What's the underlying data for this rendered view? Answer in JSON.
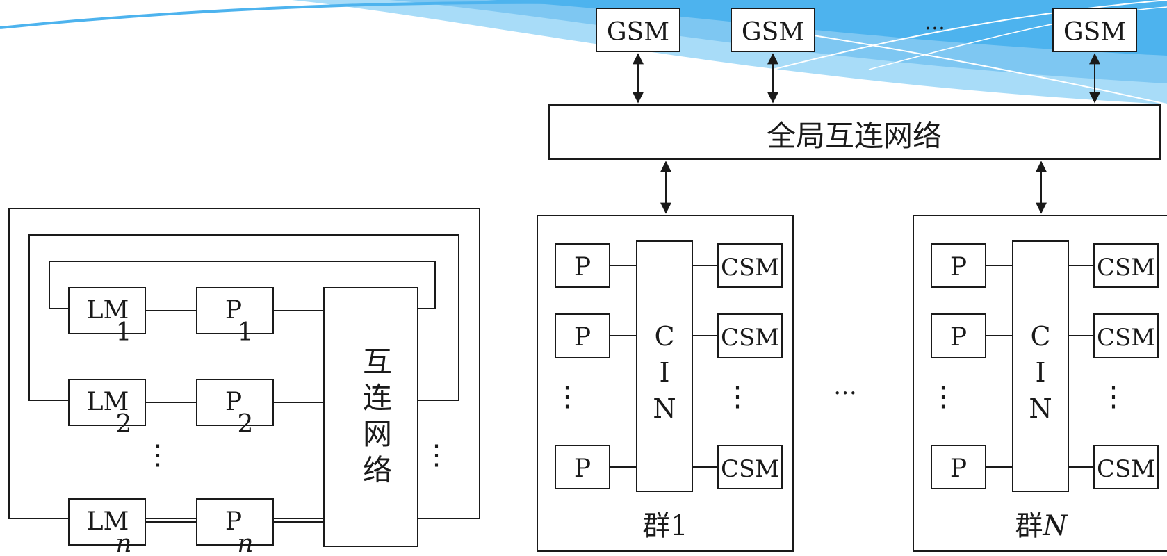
{
  "colors": {
    "stroke": "#1a1a1a",
    "background": "#ffffff",
    "banner_dark": "#4db3ee",
    "banner_light": "#a8dcf8",
    "banner_line": "#ffffff"
  },
  "left_diagram": {
    "rows": [
      {
        "lm": "LM",
        "lm_sub": "1",
        "p": "P",
        "p_sub": "1"
      },
      {
        "lm": "LM",
        "lm_sub": "2",
        "p": "P",
        "p_sub": "2"
      },
      {
        "lm": "LM",
        "lm_sub": "n",
        "p": "P",
        "p_sub": "n"
      }
    ],
    "ellipsis_rows": "⋮",
    "ellipsis_right": "⋮",
    "interconnect_chars": [
      "互",
      "连",
      "网",
      "络"
    ]
  },
  "right_diagram": {
    "gsm_boxes": [
      "GSM",
      "GSM",
      "GSM"
    ],
    "gsm_ellipsis": "…",
    "global_network": "全局互连网络",
    "cluster_ellipsis": "…",
    "clusters": [
      {
        "label": "群",
        "label_num": "1",
        "cin_chars": [
          "C",
          "I",
          "N"
        ],
        "p_boxes": [
          "P",
          "P",
          "P"
        ],
        "csm_boxes": [
          "CSM",
          "CSM",
          "CSM"
        ],
        "ellipsis": "⋮"
      },
      {
        "label": "群",
        "label_num": "N",
        "cin_chars": [
          "C",
          "I",
          "N"
        ],
        "p_boxes": [
          "P",
          "P",
          "P"
        ],
        "csm_boxes": [
          "CSM",
          "CSM",
          "CSM"
        ],
        "ellipsis": "⋮"
      }
    ]
  }
}
